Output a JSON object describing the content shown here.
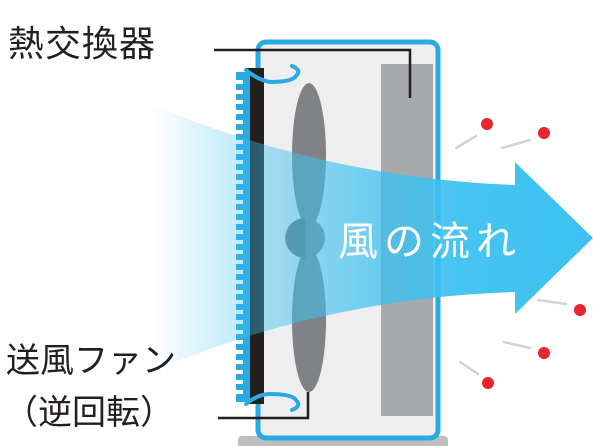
{
  "labels": {
    "heat_exchanger": "熱交換器",
    "fan_line1": "送風ファン",
    "fan_line2": "（逆回転）",
    "airflow": "風の流れ"
  },
  "colors": {
    "frame_blue": "#2aaae2",
    "arrow_blue": "#3cc1f0",
    "housing_fill": "#eeeeef",
    "exchanger_gray": "#a7a9ac",
    "fan_gray": "#808285",
    "particle_red": "#e8242e",
    "text": "#231f20"
  },
  "icons": [
    "heat-exchanger-core",
    "fan-blade",
    "airflow-arrow",
    "particle"
  ]
}
